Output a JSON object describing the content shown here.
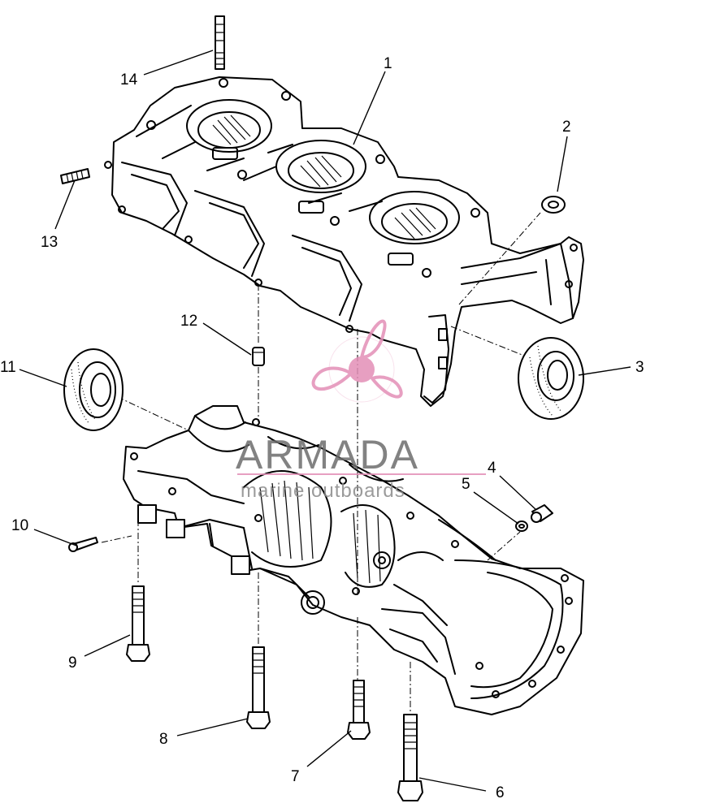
{
  "diagram": {
    "callouts": [
      "1",
      "2",
      "3",
      "4",
      "5",
      "6",
      "7",
      "8",
      "9",
      "10",
      "11",
      "12",
      "13",
      "14"
    ]
  },
  "watermark": {
    "title": "ARMADA",
    "subtitle": "marine outboards",
    "color": "#e38fb7"
  }
}
